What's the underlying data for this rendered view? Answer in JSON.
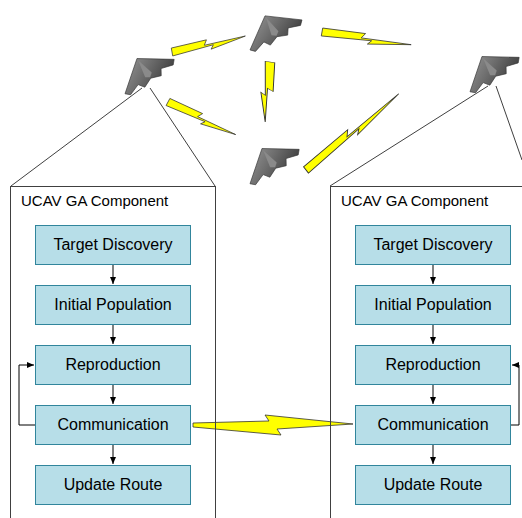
{
  "diagram": {
    "nodes": [
      {
        "text": [
          "UCAV GA Component"
        ]
      },
      {
        "text": [
          "Target Discovery"
        ],
        "in": 0
      },
      {
        "text": [
          "Initial Population"
        ],
        "in": 0
      },
      {
        "text": [
          "Reproduction"
        ],
        "in": 0
      },
      {
        "text": [
          "Communication"
        ],
        "in": 0
      },
      {
        "text": [
          "Update Route"
        ],
        "in": 0
      },
      {
        "text": [
          "UCAV GA Component"
        ]
      },
      {
        "text": [
          "Target Discovery"
        ],
        "in": 6
      },
      {
        "text": [
          "Initial Population"
        ],
        "in": 6
      },
      {
        "text": [
          "Reproduction"
        ],
        "in": 6
      },
      {
        "text": [
          "Communication"
        ],
        "in": 6
      },
      {
        "text": [
          "Update Route"
        ],
        "in": 6
      }
    ],
    "edges": [
      {
        "from": 1,
        "to": 2,
        "arrow": "to"
      },
      {
        "from": 2,
        "to": 3,
        "arrow": "to"
      },
      {
        "from": 3,
        "to": 4,
        "arrow": "to"
      },
      {
        "from": 4,
        "to": 5,
        "arrow": "to"
      },
      {
        "from": 4,
        "to": 3,
        "arrow": "to"
      },
      {
        "from": 7,
        "to": 8,
        "arrow": "to"
      },
      {
        "from": 8,
        "to": 9,
        "arrow": "to"
      },
      {
        "from": 9,
        "to": 10,
        "arrow": "to"
      },
      {
        "from": 10,
        "to": 11,
        "arrow": "to"
      },
      {
        "from": 10,
        "to": 9,
        "arrow": "to"
      },
      {
        "from": 4,
        "to": 10,
        "arrow": "none"
      }
    ]
  }
}
